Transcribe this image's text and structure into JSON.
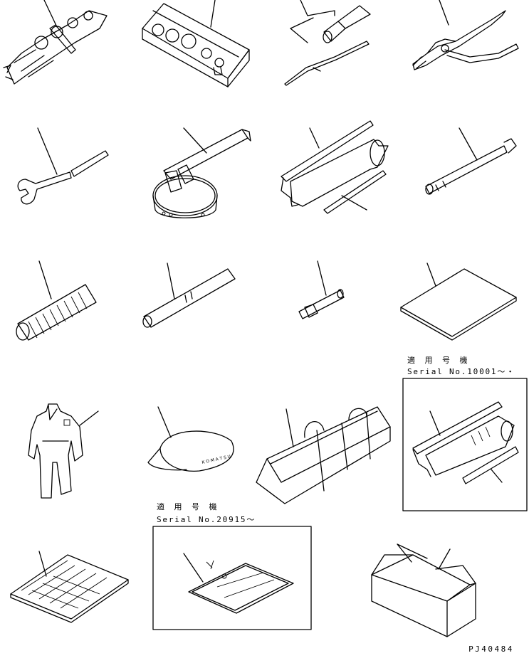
{
  "drawing_code": "PJ40484",
  "notes": [
    {
      "title": "適 用 号 機",
      "serial": "Serial No.10001～・"
    },
    {
      "title": "適 用 号 機",
      "serial": "Serial No.20915～"
    }
  ],
  "chart_data": {
    "type": "table",
    "title": "",
    "items": [
      {
        "row": 1,
        "col": 1
      },
      {
        "row": 1,
        "col": 2
      },
      {
        "row": 1,
        "col": 3
      },
      {
        "row": 1,
        "col": 4
      },
      {
        "row": 2,
        "col": 1
      },
      {
        "row": 2,
        "col": 2
      },
      {
        "row": 2,
        "col": 3
      },
      {
        "row": 2,
        "col": 4
      },
      {
        "row": 3,
        "col": 1
      },
      {
        "row": 3,
        "col": 2
      },
      {
        "row": 3,
        "col": 3
      },
      {
        "row": 3,
        "col": 4
      },
      {
        "row": 4,
        "col": 1
      },
      {
        "row": 4,
        "col": 2
      },
      {
        "row": 4,
        "col": 3
      },
      {
        "row": 4,
        "col": 4
      },
      {
        "row": 5,
        "col": 1
      },
      {
        "row": 5,
        "col": 2
      },
      {
        "row": 5,
        "col": 3
      }
    ]
  }
}
